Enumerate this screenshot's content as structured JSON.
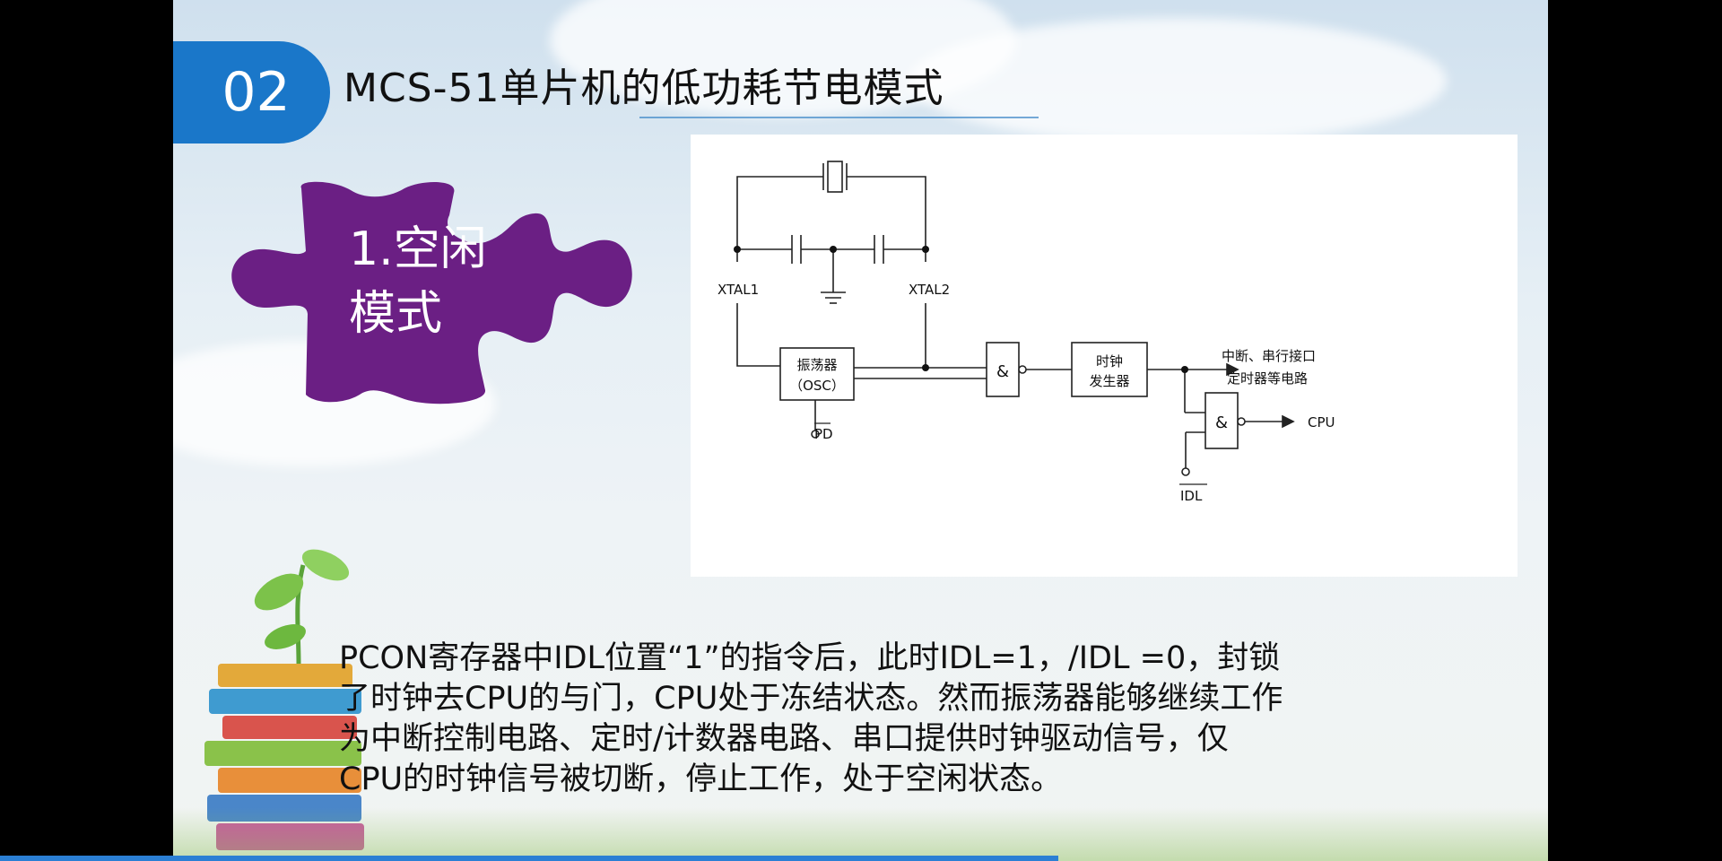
{
  "slide": {
    "section_number": "02",
    "title": "MCS-51单片机的低功耗节电模式",
    "puzzle_label_line1": "1.空闲",
    "puzzle_label_line2": "模式",
    "paragraph": "PCON寄存器中IDL位置“1”的指令后，此时IDL=1，/IDL =0，封锁了时钟去CPU的与门，CPU处于冻结状态。然而振荡器能够继续工作为中断控制电路、定时/计数器电路、串口提供时钟驱动信号，仅CPU的时钟信号被切断，停止工作，处于空闲状态。"
  },
  "diagram": {
    "xtal1": "XTAL1",
    "xtal2": "XTAL2",
    "osc_line1": "振荡器",
    "osc_line2": "（OSC）",
    "and_symbol": "&",
    "clock_line1": "时钟",
    "clock_line2": "发生器",
    "out_line1": "中断、串行接口",
    "out_line2": "定时器等电路",
    "cpu": "CPU",
    "pd": "PD",
    "idl": "IDL"
  },
  "colors": {
    "badge": "#1a77c9",
    "puzzle": "#6b1f84",
    "progress": "#2b7fd4"
  }
}
